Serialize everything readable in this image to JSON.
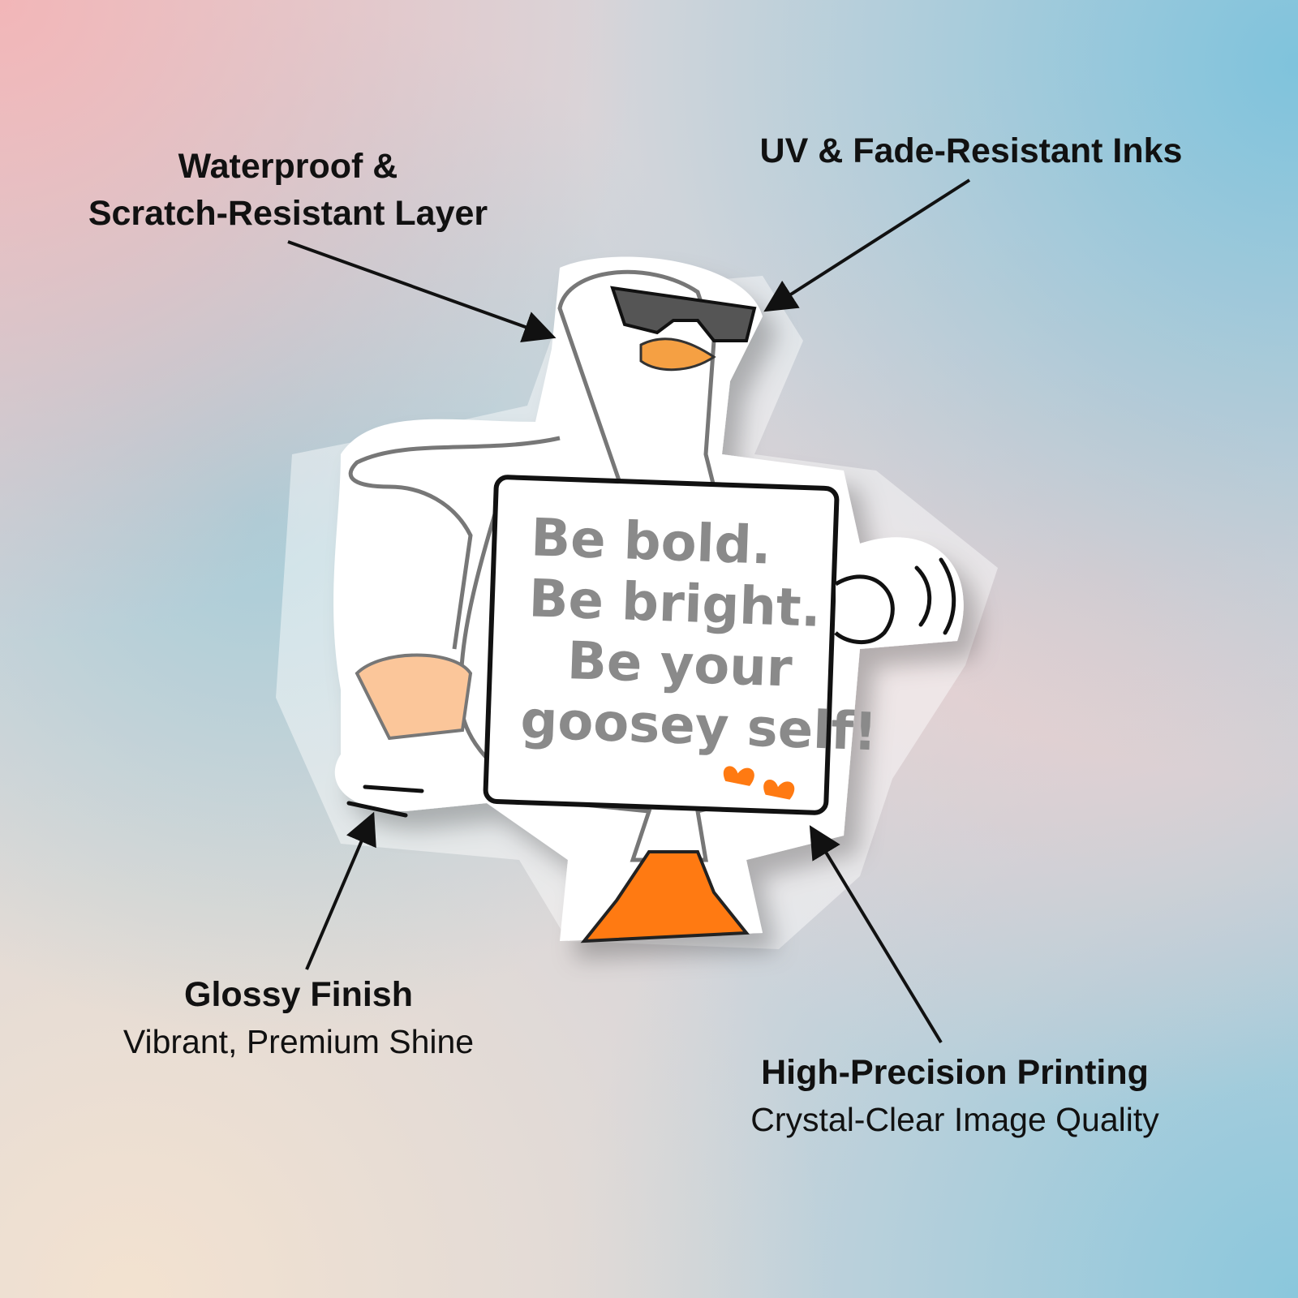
{
  "callouts": {
    "waterproof": {
      "line1": "Waterproof &",
      "line2": "Scratch-Resistant Layer"
    },
    "uv": {
      "title": "UV & Fade-Resistant Inks"
    },
    "glossy": {
      "title": "Glossy Finish",
      "subtitle": "Vibrant, Premium Shine"
    },
    "precision": {
      "title": "High-Precision Printing",
      "subtitle": "Crystal-Clear Image Quality"
    }
  },
  "sticker": {
    "sign_lines": [
      "Be bold.",
      "Be bright.",
      "Be your",
      "goosey self!"
    ]
  },
  "colors": {
    "beak": "#f5a043",
    "feet": "#ff7a12",
    "wing": "#fbc69a",
    "sign_text": "#8a8a8a"
  }
}
